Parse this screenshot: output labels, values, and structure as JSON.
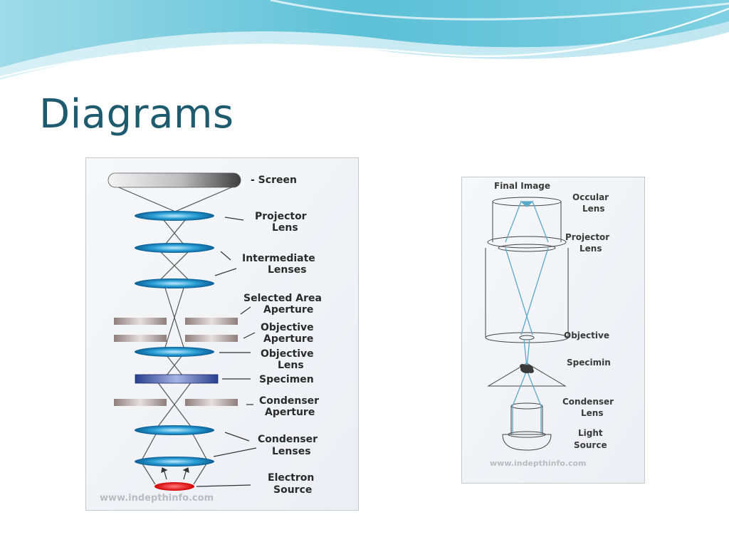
{
  "slide": {
    "title": "Diagrams"
  },
  "tem_diagram": {
    "labels": {
      "screen": "- Screen",
      "projector_1": "Projector",
      "projector_2": "Lens",
      "intermediate_1": "Intermediate",
      "intermediate_2": "Lenses",
      "sel_area_1": "Selected Area",
      "sel_area_2": "Aperture",
      "obj_ap_1": "Objective",
      "obj_ap_2": "Aperture",
      "obj_lens_1": "Objective",
      "obj_lens_2": "Lens",
      "specimen": "Specimen",
      "cond_ap_1": "Condenser",
      "cond_ap_2": "Aperture",
      "cond_lens_1": "Condenser",
      "cond_lens_2": "Lenses",
      "electron_1": "Electron",
      "electron_2": "Source"
    },
    "watermark": "www.indepthinfo.com"
  },
  "light_diagram": {
    "labels": {
      "final_image": "Final Image",
      "occular_1": "Occular",
      "occular_2": "Lens",
      "projector_1": "Projector",
      "projector_2": "Lens",
      "objective": "Objective",
      "specimin": "Specimin",
      "condenser_1": "Condenser",
      "condenser_2": "Lens",
      "light_1": "Light",
      "light_2": "Source"
    },
    "watermark": "www.indepthinfo.com"
  },
  "colors": {
    "title": "#1f5b6e",
    "lens_blue": "#2a9fd6",
    "source_red": "#e01a1a",
    "wave_teal": "#4fb7cc"
  }
}
